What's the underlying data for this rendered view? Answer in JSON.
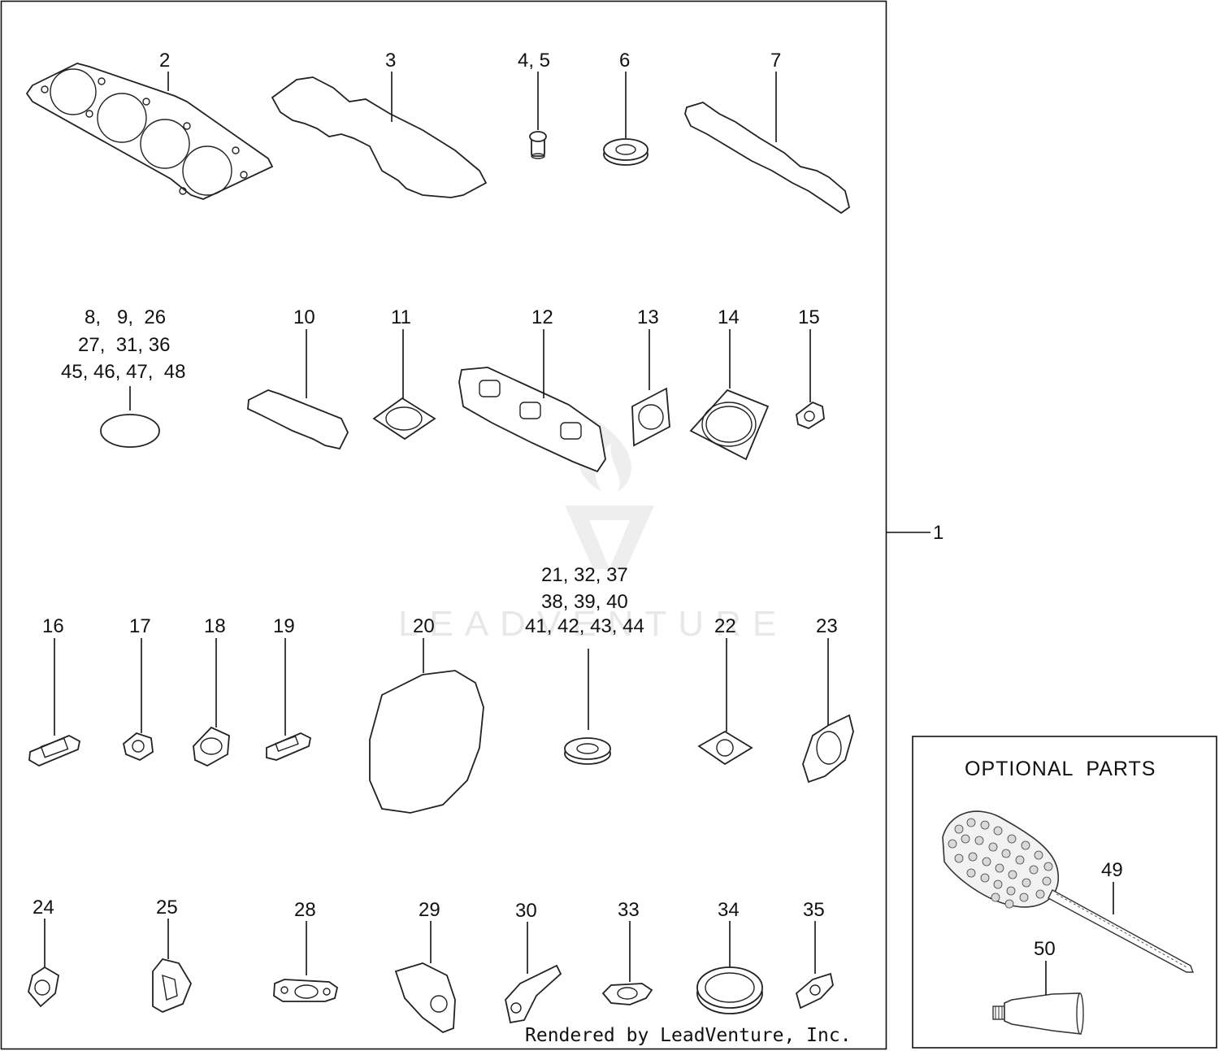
{
  "labels": {
    "p1": "1",
    "p2": "2",
    "p3": "3",
    "p4_5": "4, 5",
    "p6": "6",
    "p7": "7",
    "grp_a_line1": "8,   9,  26",
    "grp_a_line2": "27,  31, 36",
    "grp_a_line3": "45, 46, 47,  48",
    "p10": "10",
    "p11": "11",
    "p12": "12",
    "p13": "13",
    "p14": "14",
    "p15": "15",
    "p16": "16",
    "p17": "17",
    "p18": "18",
    "p19": "19",
    "p20": "20",
    "grp_b_line1": "21, 32, 37",
    "grp_b_line2": "38, 39, 40",
    "grp_b_line3": "41, 42, 43, 44",
    "p22": "22",
    "p23": "23",
    "p24": "24",
    "p25": "25",
    "p28": "28",
    "p29": "29",
    "p30": "30",
    "p33": "33",
    "p34": "34",
    "p35": "35",
    "p49": "49",
    "p50": "50"
  },
  "optional_title": "OPTIONAL  PARTS",
  "watermark": "LEADVENTURE",
  "footer": "Rendered by LeadVenture, Inc."
}
